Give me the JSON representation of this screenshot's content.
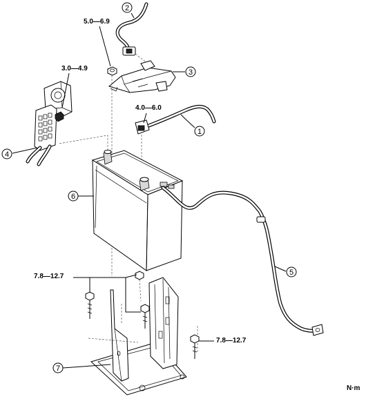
{
  "diagram": {
    "torque_specs": {
      "ground_nut": "5.0—6.9",
      "positive_clamp_nut": "3.0—4.9",
      "negative_clamp_nut": "4.0—6.0",
      "tray_bolts_left": "7.8—12.7",
      "tray_bolt_right": "7.8—12.7"
    },
    "callouts": [
      "1",
      "2",
      "3",
      "4",
      "5",
      "6",
      "7"
    ],
    "unit": "N·m"
  }
}
